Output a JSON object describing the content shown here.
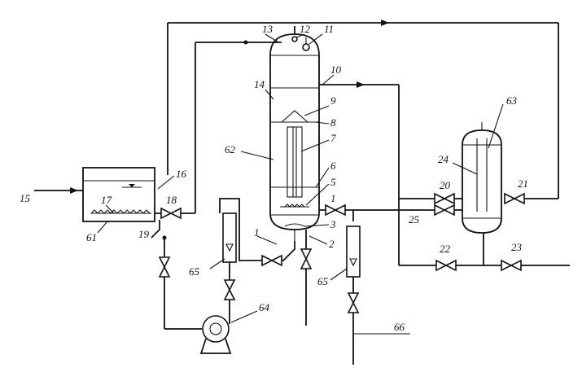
{
  "diagram": {
    "labels": {
      "l1a": "1",
      "l1b": "1",
      "l2": "2",
      "l3": "3",
      "l5": "5",
      "l6": "6",
      "l7": "7",
      "l8": "8",
      "l9": "9",
      "l10": "10",
      "l11": "11",
      "l12": "12",
      "l13": "13",
      "l14": "14",
      "l15": "15",
      "l16": "16",
      "l17": "17",
      "l18": "18",
      "l19": "19",
      "l20": "20",
      "l21": "21",
      "l22": "22",
      "l23": "23",
      "l24": "24",
      "l25": "25",
      "l61": "61",
      "l62": "62",
      "l63": "63",
      "l64": "64",
      "l65a": "65",
      "l65b": "65",
      "l66": "66"
    },
    "colors": {
      "line": "#111111",
      "background": "#ffffff"
    },
    "icons": [
      "gate-valve-icon",
      "pump-icon",
      "flowmeter-icon",
      "arrow-icon",
      "gauge-icon"
    ]
  }
}
